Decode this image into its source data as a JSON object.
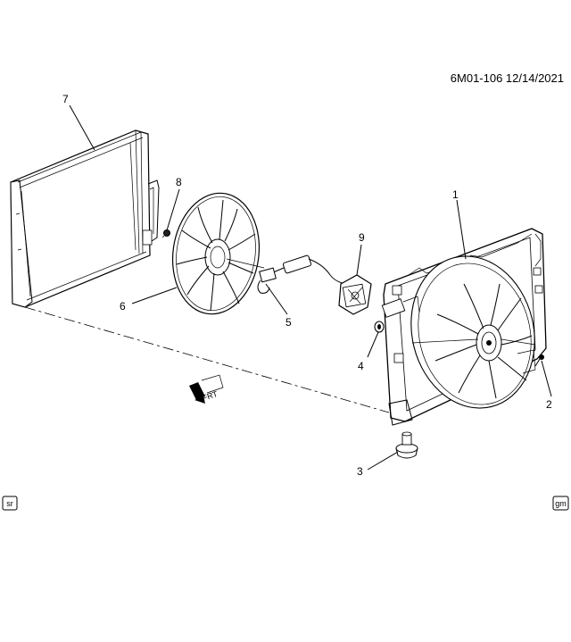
{
  "header": {
    "diagram_id": "6M01-106 12/14/2021"
  },
  "callouts": {
    "c1": "1",
    "c2": "2",
    "c3": "3",
    "c4": "4",
    "c5": "5",
    "c6": "6",
    "c7": "7",
    "c8": "8",
    "c9": "9"
  },
  "badges": {
    "left": "sr",
    "right": "gm"
  },
  "front_indicator": "FRT"
}
